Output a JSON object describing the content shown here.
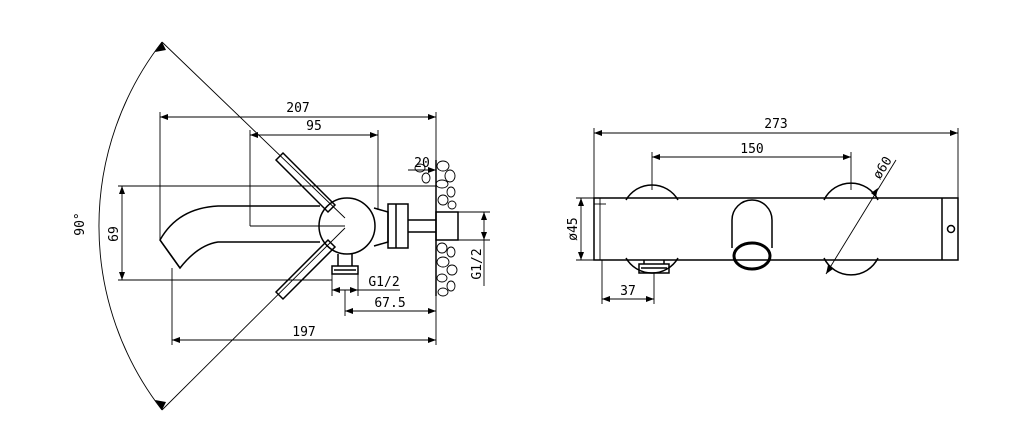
{
  "side_view": {
    "dimensions": {
      "angle": "90°",
      "overall_length": "207",
      "handle_offset": "95",
      "wall_depth": "20",
      "height": "69",
      "outlet_thread": "G1/2",
      "inlet_thread": "G1/2",
      "outlet_offset": "67.5",
      "spout_reach": "197"
    }
  },
  "front_view": {
    "dimensions": {
      "overall_width": "273",
      "center_distance": "150",
      "escutcheon_diameter": "ø60",
      "body_diameter": "ø45",
      "outlet_offset": "37"
    }
  }
}
